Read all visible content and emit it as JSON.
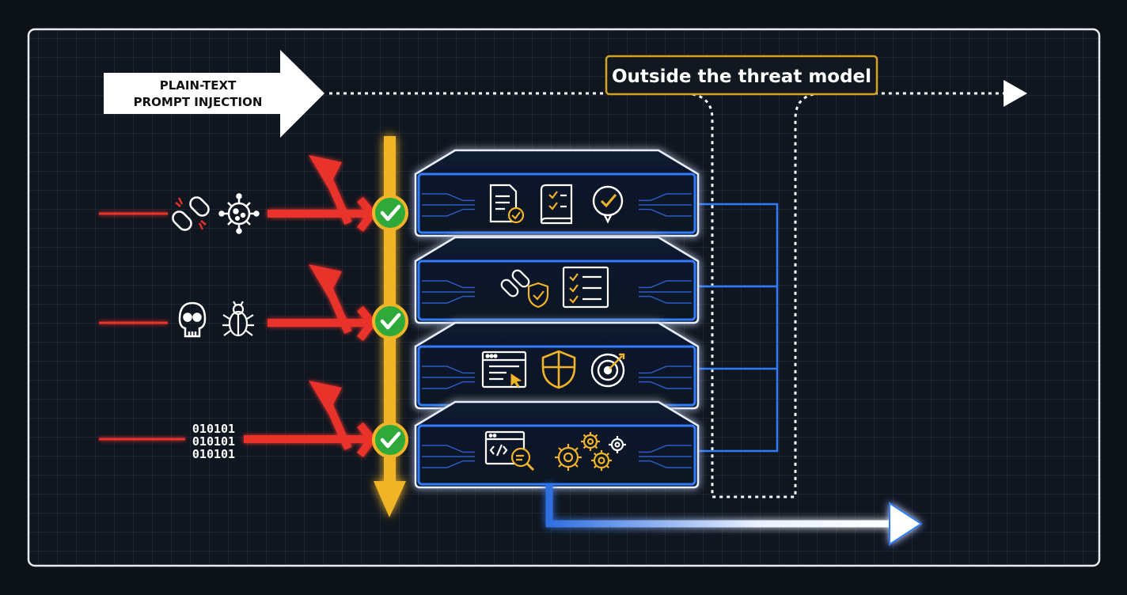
{
  "diagram": {
    "entry_label_line1": "PLAIN-TEXT",
    "entry_label_line2": "PROMPT INJECTION",
    "callout_label": "Outside the threat model",
    "binary_line1": "010101",
    "binary_line2": "010101",
    "binary_line3": "010101",
    "colors": {
      "background": "#0d1118",
      "frame": "#e8ecf2",
      "grid": "#2a3444",
      "threat_red": "#e8302b",
      "gate_yellow": "#f0b428",
      "check_green": "#2faa3a",
      "layer_blue": "#2f7bff",
      "callout_gold": "#d4a21e"
    },
    "icons": {
      "row1": [
        "broken-link-icon",
        "virus-icon"
      ],
      "row2": [
        "skull-icon",
        "bug-icon"
      ],
      "row3": [
        "binary-code-icon"
      ],
      "layer1": [
        "document-check-icon",
        "checklist-book-icon",
        "location-check-icon"
      ],
      "layer2": [
        "link-shield-icon",
        "checklist-icon"
      ],
      "layer3": [
        "browser-window-icon",
        "shield-icon",
        "target-icon"
      ],
      "layer4": [
        "code-search-icon",
        "gears-icon"
      ]
    }
  }
}
